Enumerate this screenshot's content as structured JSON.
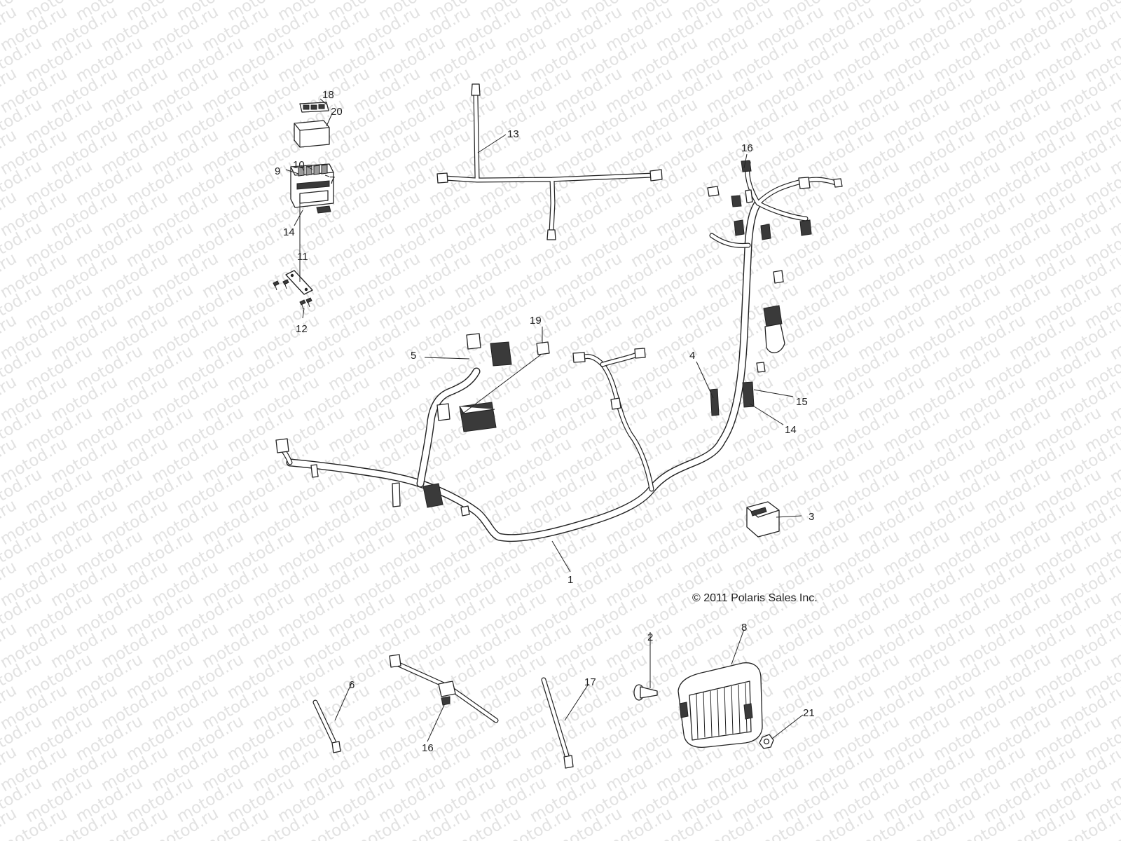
{
  "watermark": {
    "text": "motod.ru",
    "color": "#e2e2e2"
  },
  "copyright": "© 2011 Polaris Sales Inc.",
  "callouts": [
    {
      "id": "c18",
      "label": "18"
    },
    {
      "id": "c20",
      "label": "20"
    },
    {
      "id": "c10",
      "label": "10"
    },
    {
      "id": "c9",
      "label": "9"
    },
    {
      "id": "c7",
      "label": "7"
    },
    {
      "id": "c14a",
      "label": "14"
    },
    {
      "id": "c11",
      "label": "11"
    },
    {
      "id": "c12",
      "label": "12"
    },
    {
      "id": "c13",
      "label": "13"
    },
    {
      "id": "c16a",
      "label": "16"
    },
    {
      "id": "c19",
      "label": "19"
    },
    {
      "id": "c5",
      "label": "5"
    },
    {
      "id": "c4",
      "label": "4"
    },
    {
      "id": "c15",
      "label": "15"
    },
    {
      "id": "c14b",
      "label": "14"
    },
    {
      "id": "c3",
      "label": "3"
    },
    {
      "id": "c1",
      "label": "1"
    },
    {
      "id": "c2",
      "label": "2"
    },
    {
      "id": "c8",
      "label": "8"
    },
    {
      "id": "c6",
      "label": "6"
    },
    {
      "id": "c16b",
      "label": "16"
    },
    {
      "id": "c17",
      "label": "17"
    },
    {
      "id": "c21",
      "label": "21"
    }
  ]
}
